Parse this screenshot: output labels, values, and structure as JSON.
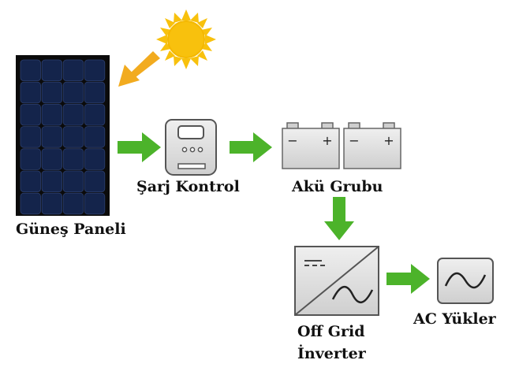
{
  "labels": {
    "panel": "Güneş Paneli",
    "controller": "Şarj Kontrol",
    "battery": "Akü Grubu",
    "inverter_line1": "Off Grid",
    "inverter_line2": "İnverter",
    "loads": "AC Yükler"
  },
  "battery_terminals": {
    "minus": "−",
    "plus": "+"
  },
  "colors": {
    "arrow_green": "#4cb32a",
    "sun_yellow": "#f8c10d",
    "sun_arrow": "#f2ab1f",
    "panel_frame": "#0b0b0b",
    "panel_cell": "#14244b",
    "device_fill": "#d9d9d9",
    "device_stroke": "#555555"
  },
  "icons": [
    "sun-icon",
    "solar-panel-icon",
    "charge-controller-icon",
    "battery-icon",
    "inverter-icon",
    "ac-load-icon"
  ]
}
